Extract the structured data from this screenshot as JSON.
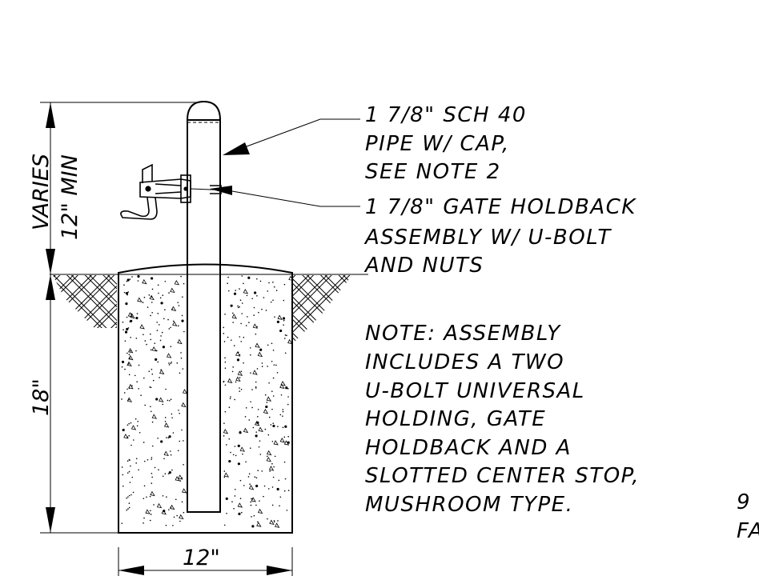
{
  "callouts": {
    "pipe": [
      "1 7/8\" SCH 40",
      "PIPE W/ CAP,",
      "SEE NOTE 2"
    ],
    "holdback": [
      "1 7/8\" GATE HOLDBACK",
      "ASSEMBLY W/ U-BOLT",
      "AND NUTS"
    ]
  },
  "note": [
    "NOTE: ASSEMBLY",
    "INCLUDES A TWO",
    "U-BOLT UNIVERSAL",
    "HOLDING, GATE",
    "HOLDBACK AND A",
    "SLOTTED CENTER STOP,",
    "MUSHROOM TYPE."
  ],
  "dimensions": {
    "above_grade_1": "VARIES",
    "above_grade_2": "12\" MIN",
    "depth": "18\"",
    "width": "12\""
  },
  "edge_fragment": [
    "9",
    "FA"
  ]
}
